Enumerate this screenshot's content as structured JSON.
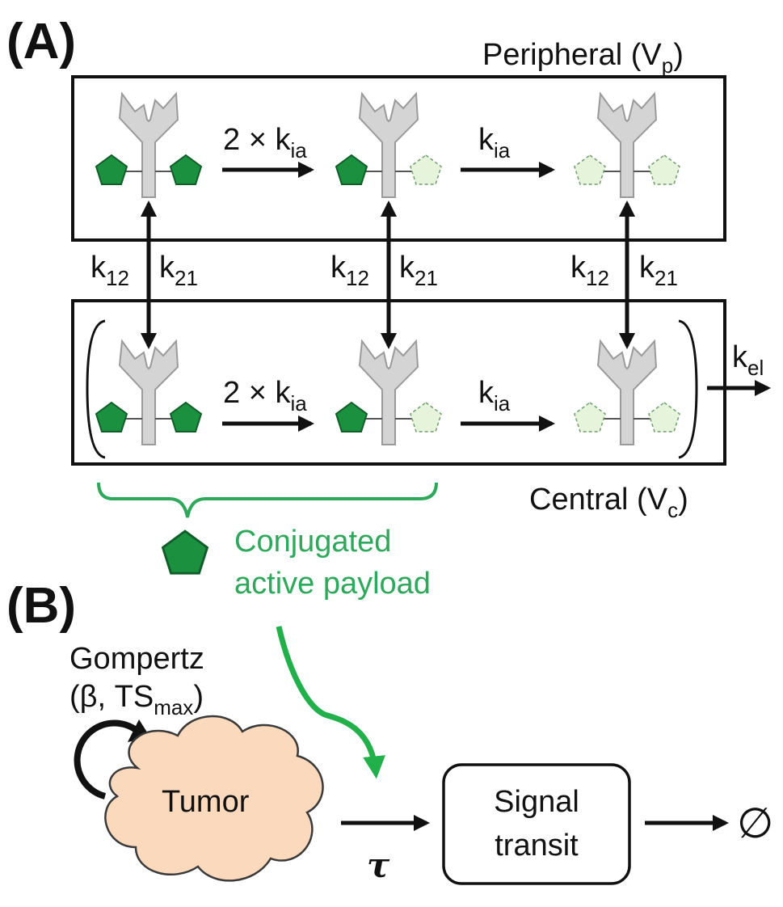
{
  "panel_a": {
    "label": "(A)",
    "peripheral": {
      "name": "Peripheral (V",
      "sub": "p",
      "close": ")"
    },
    "central": {
      "name": "Central (V",
      "sub": "c",
      "close": ")"
    },
    "deconj_2x": {
      "main": "2 × k",
      "sub": "ia"
    },
    "deconj_1x": {
      "main": "k",
      "sub": "ia"
    },
    "k12": {
      "main": "k",
      "sub": "12"
    },
    "k21": {
      "main": "k",
      "sub": "21"
    },
    "kel": {
      "main": "k",
      "sub": "el"
    },
    "species": [
      {
        "payloads": [
          "active",
          "active"
        ]
      },
      {
        "payloads": [
          "active",
          "released"
        ]
      },
      {
        "payloads": [
          "released",
          "released"
        ]
      }
    ],
    "legend": {
      "line1": "Conjugated",
      "line2": "active payload",
      "color": "#2ea85a"
    }
  },
  "panel_b": {
    "label": "(B)",
    "growth": {
      "line1": "Gompertz",
      "line2_pre": "(β, TS",
      "line2_sub": "max",
      "line2_post": ")"
    },
    "tumor": {
      "label": "Tumor",
      "fill": "#fbd9bd"
    },
    "tau": "τ",
    "signal": {
      "line1": "Signal",
      "line2": "transit"
    },
    "sink": "∅"
  },
  "colors": {
    "payload_active": "#1b9140",
    "payload_released": "#e6f4dc",
    "antibody": "#d4d4d4",
    "arrow": "#111111",
    "drug_arrow": "#22b04b"
  }
}
